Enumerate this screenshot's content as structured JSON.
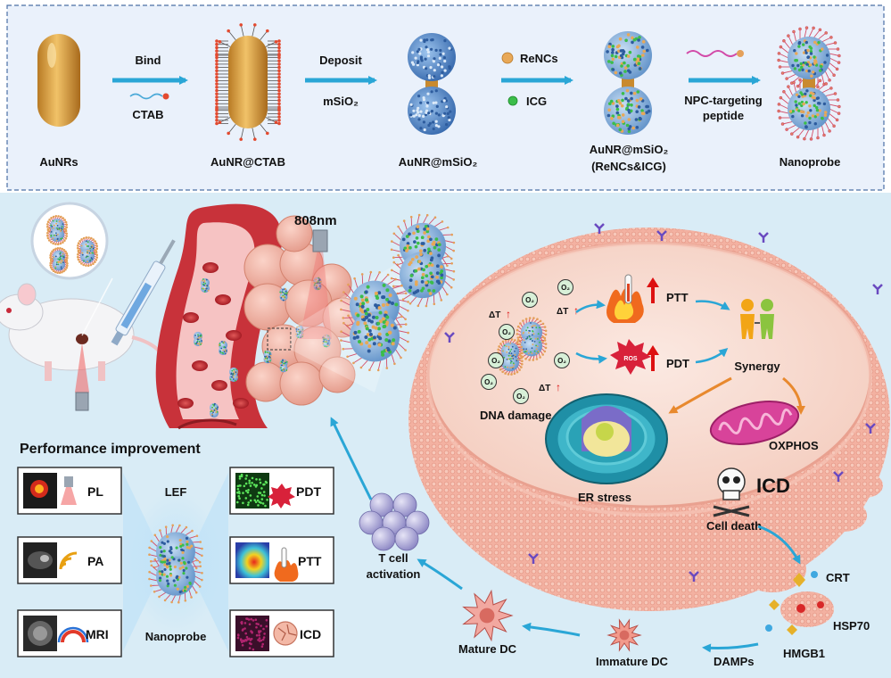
{
  "synthesis": {
    "steps": [
      {
        "label": "AuNRs"
      },
      {
        "label": "AuNR@CTAB"
      },
      {
        "label": "AuNR@mSiO₂"
      },
      {
        "label": "AuNR@mSiO₂",
        "label2": "(ReNCs&ICG)"
      },
      {
        "label": "Nanoprobe"
      }
    ],
    "arrows": [
      {
        "top": "Bind",
        "bottom": "CTAB"
      },
      {
        "top": "Deposit",
        "bottom": "mSiO₂"
      },
      {
        "top": "ReNCs",
        "bottom": "ICG"
      },
      {
        "top": "",
        "bottom": "NPC-targeting",
        "bottom2": "peptide"
      }
    ]
  },
  "laser": {
    "label": "808nm"
  },
  "cell": {
    "dT": "ΔT",
    "o2": "O₂",
    "ros": "ROS",
    "ptt": "PTT",
    "pdt": "PDT",
    "synergy": "Synergy",
    "dna_damage": "DNA damage",
    "er_stress": "ER stress",
    "oxphos": "OXPHOS",
    "icd": "ICD",
    "cell_death": "Cell death"
  },
  "immune": {
    "crt": "CRT",
    "hsp70": "HSP70",
    "hmgb1": "HMGB1",
    "damps": "DAMPs",
    "immature_dc": "Immature DC",
    "mature_dc": "Mature DC",
    "t_cell": "T cell",
    "t_cell2": "activation"
  },
  "performance": {
    "title": "Performance improvement",
    "lef": "LEF",
    "nanoprobe": "Nanoprobe",
    "left": [
      {
        "label": "PL"
      },
      {
        "label": "PA"
      },
      {
        "label": "MRI"
      }
    ],
    "right": [
      {
        "label": "PDT"
      },
      {
        "label": "PTT"
      },
      {
        "label": "ICD"
      }
    ]
  },
  "colors": {
    "arrow": "#2aa6d6",
    "gold": "#d9a04a",
    "silica": "#4b86c8",
    "membrane": "#f0a898",
    "cytoplasm": "#f7dcd2",
    "vessel": "#c8323a"
  }
}
